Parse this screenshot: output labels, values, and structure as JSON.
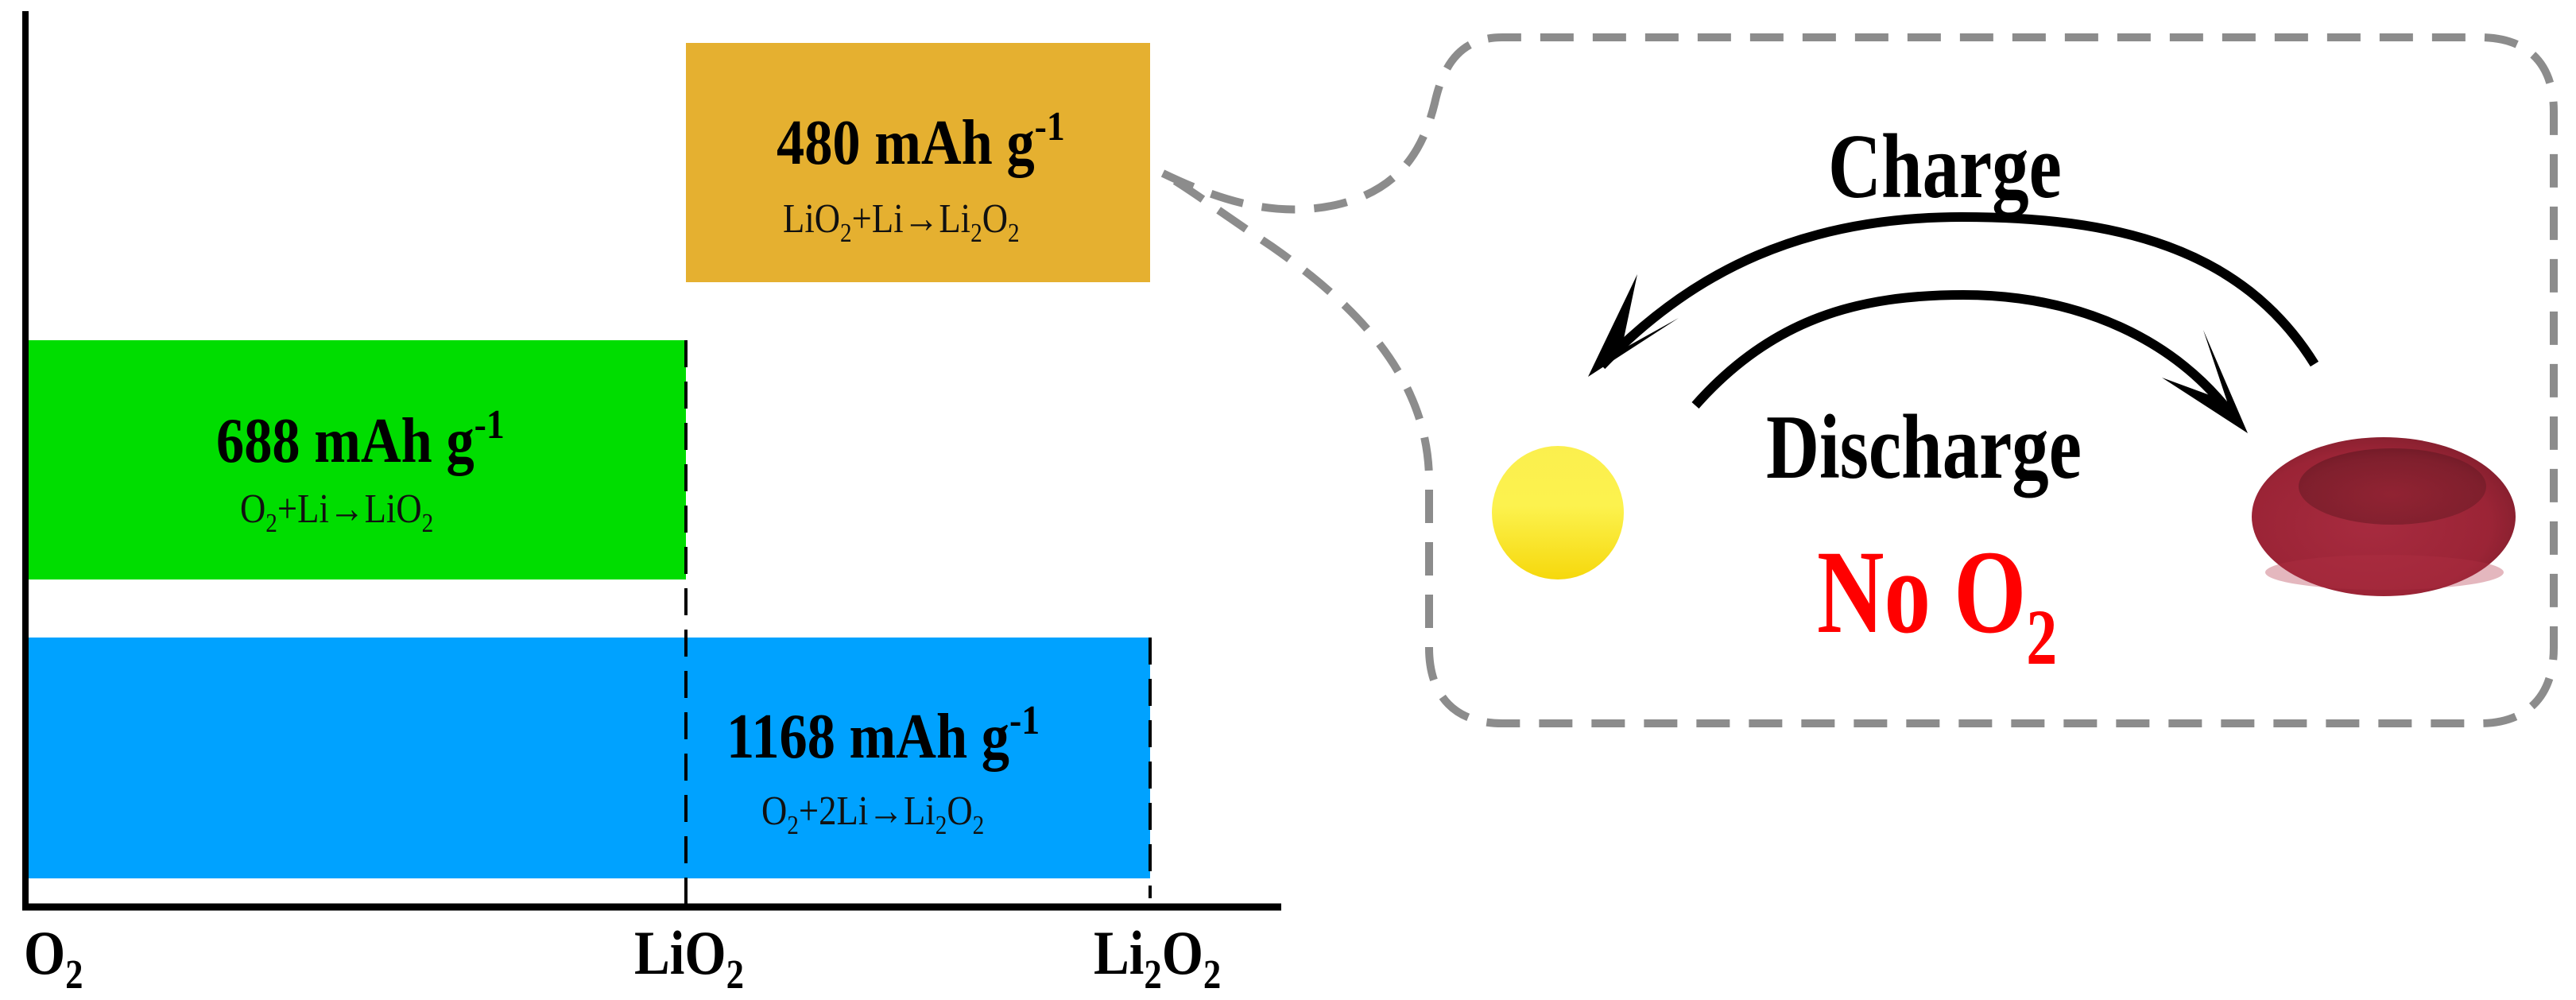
{
  "chart_data": {
    "type": "bar",
    "orientation": "horizontal-range",
    "title": "",
    "xlabel": "",
    "ylabel": "",
    "x_ticks": [
      "O2",
      "LiO2",
      "Li2O2"
    ],
    "grid": false,
    "bars": [
      {
        "name": "O2 to Li2O2",
        "from": "O2",
        "to": "Li2O2",
        "capacity_mAh_per_g": 1168,
        "reaction": "O2+2Li→Li2O2",
        "color": "#00a2ff"
      },
      {
        "name": "O2 to LiO2",
        "from": "O2",
        "to": "LiO2",
        "capacity_mAh_per_g": 688,
        "reaction": "O2+Li→LiO2",
        "color": "#00dd00"
      },
      {
        "name": "LiO2 to Li2O2",
        "from": "LiO2",
        "to": "Li2O2",
        "capacity_mAh_per_g": 480,
        "reaction": "LiO2+Li→Li2O2",
        "color": "#e5b030"
      }
    ]
  },
  "colors": {
    "blue_bar": "#00a2ff",
    "green_bar": "#00dd00",
    "orange_bar": "#e5b030",
    "callout_dash": "#8c8c8c",
    "no_o2_text": "#ff0000",
    "sphere_yellow": "#fbe63a",
    "disc_red": "#9e2638"
  },
  "bars": {
    "orange": {
      "value": "480",
      "unit": "mAh g",
      "exp": "-1",
      "eq": [
        {
          "t": "LiO"
        },
        {
          "s": "2"
        },
        {
          "t": "+Li→Li"
        },
        {
          "s": "2"
        },
        {
          "t": "O"
        },
        {
          "s": "2"
        }
      ]
    },
    "green": {
      "value": "688",
      "unit": "mAh g",
      "exp": "-1",
      "eq": [
        {
          "t": "O"
        },
        {
          "s": "2"
        },
        {
          "t": "+Li→LiO"
        },
        {
          "s": "2"
        }
      ]
    },
    "blue": {
      "value": "1168",
      "unit": "mAh g",
      "exp": "-1",
      "eq": [
        {
          "t": "O"
        },
        {
          "s": "2"
        },
        {
          "t": "+2Li→Li"
        },
        {
          "s": "2"
        },
        {
          "t": "O"
        },
        {
          "s": "2"
        }
      ]
    }
  },
  "axis": {
    "ticks": [
      {
        "parts": [
          {
            "t": "O"
          },
          {
            "s": "2"
          }
        ]
      },
      {
        "parts": [
          {
            "t": "LiO"
          },
          {
            "s": "2"
          }
        ]
      },
      {
        "parts": [
          {
            "t": "Li"
          },
          {
            "s": "2"
          },
          {
            "t": "O"
          },
          {
            "s": "2"
          }
        ]
      }
    ]
  },
  "callout": {
    "charge_label": "Charge",
    "discharge_label": "Discharge",
    "no_o2": {
      "main": "No O",
      "sub": "2"
    },
    "left_object": "yellow sphere",
    "right_object": "red biconcave disc"
  }
}
